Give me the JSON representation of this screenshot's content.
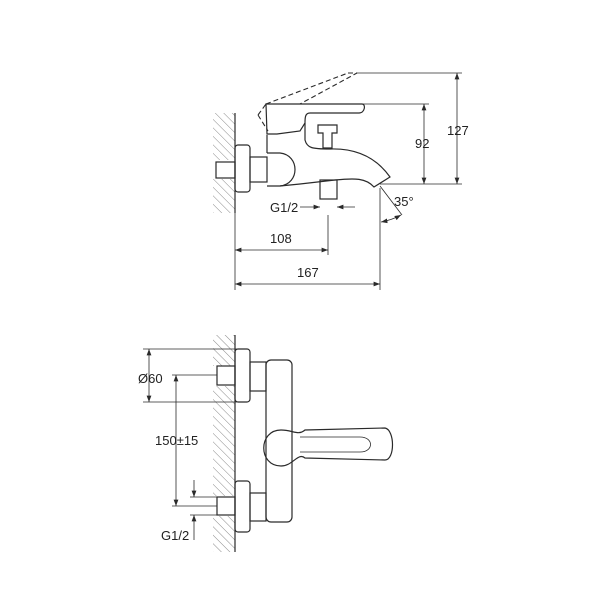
{
  "side_view": {
    "dim_height_raised": "127",
    "dim_height": "92",
    "dim_angle": "35°",
    "dim_thread": "G1/2",
    "dim_outlet_depth": "108",
    "dim_spout_depth": "167"
  },
  "front_view": {
    "dim_diameter": "Ø60",
    "dim_spacing": "150±15",
    "dim_thread": "G1/2"
  }
}
